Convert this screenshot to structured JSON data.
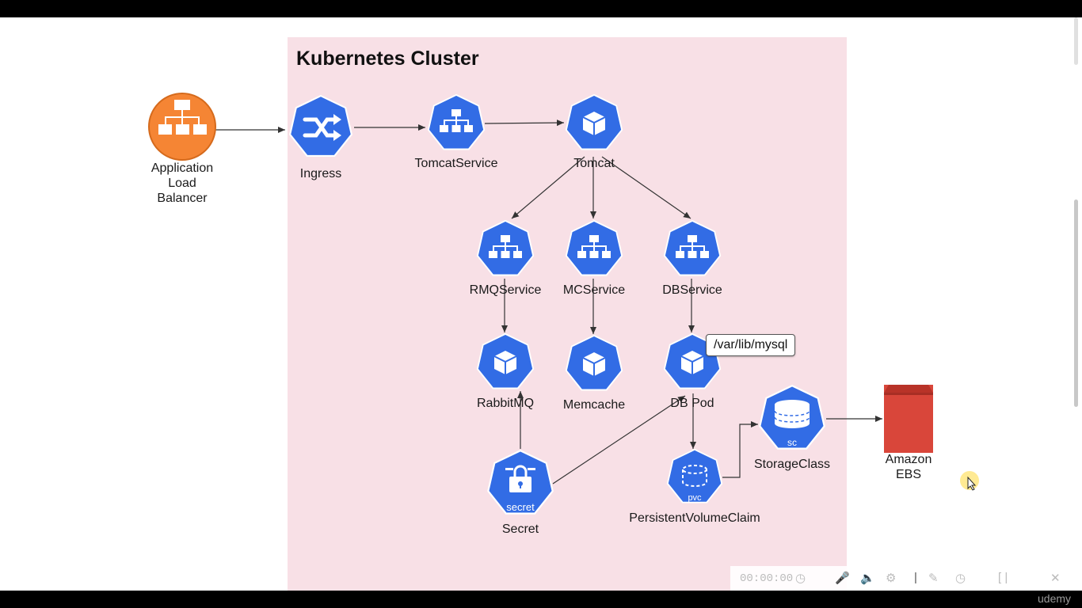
{
  "cluster": {
    "title": "Kubernetes Cluster"
  },
  "nodes": {
    "alb": "Application\nLoad\nBalancer",
    "ingress": "Ingress",
    "tomcat_service": "TomcatService",
    "tomcat": "Tomcat",
    "rmq_service": "RMQService",
    "mc_service": "MCService",
    "db_service": "DBService",
    "rabbitmq": "RabbitMQ",
    "memcache": "Memcache",
    "db_pod": "DB Pod",
    "secret": "Secret",
    "pvc": "PersistentVolumeClaim",
    "storage_class": "StorageClass",
    "ebs": "Amazon\nEBS"
  },
  "icon_badges": {
    "secret": "secret",
    "pvc": "pvc",
    "sc": "sc"
  },
  "callout": {
    "mount_path": "/var/lib/mysql"
  },
  "player": {
    "time": "00:00:00",
    "brand": "udemy"
  },
  "colors": {
    "k8s_blue": "#326ce5",
    "alb_orange": "#f58534",
    "ebs_red": "#d9463a",
    "cluster_bg": "#f8e0e6"
  }
}
